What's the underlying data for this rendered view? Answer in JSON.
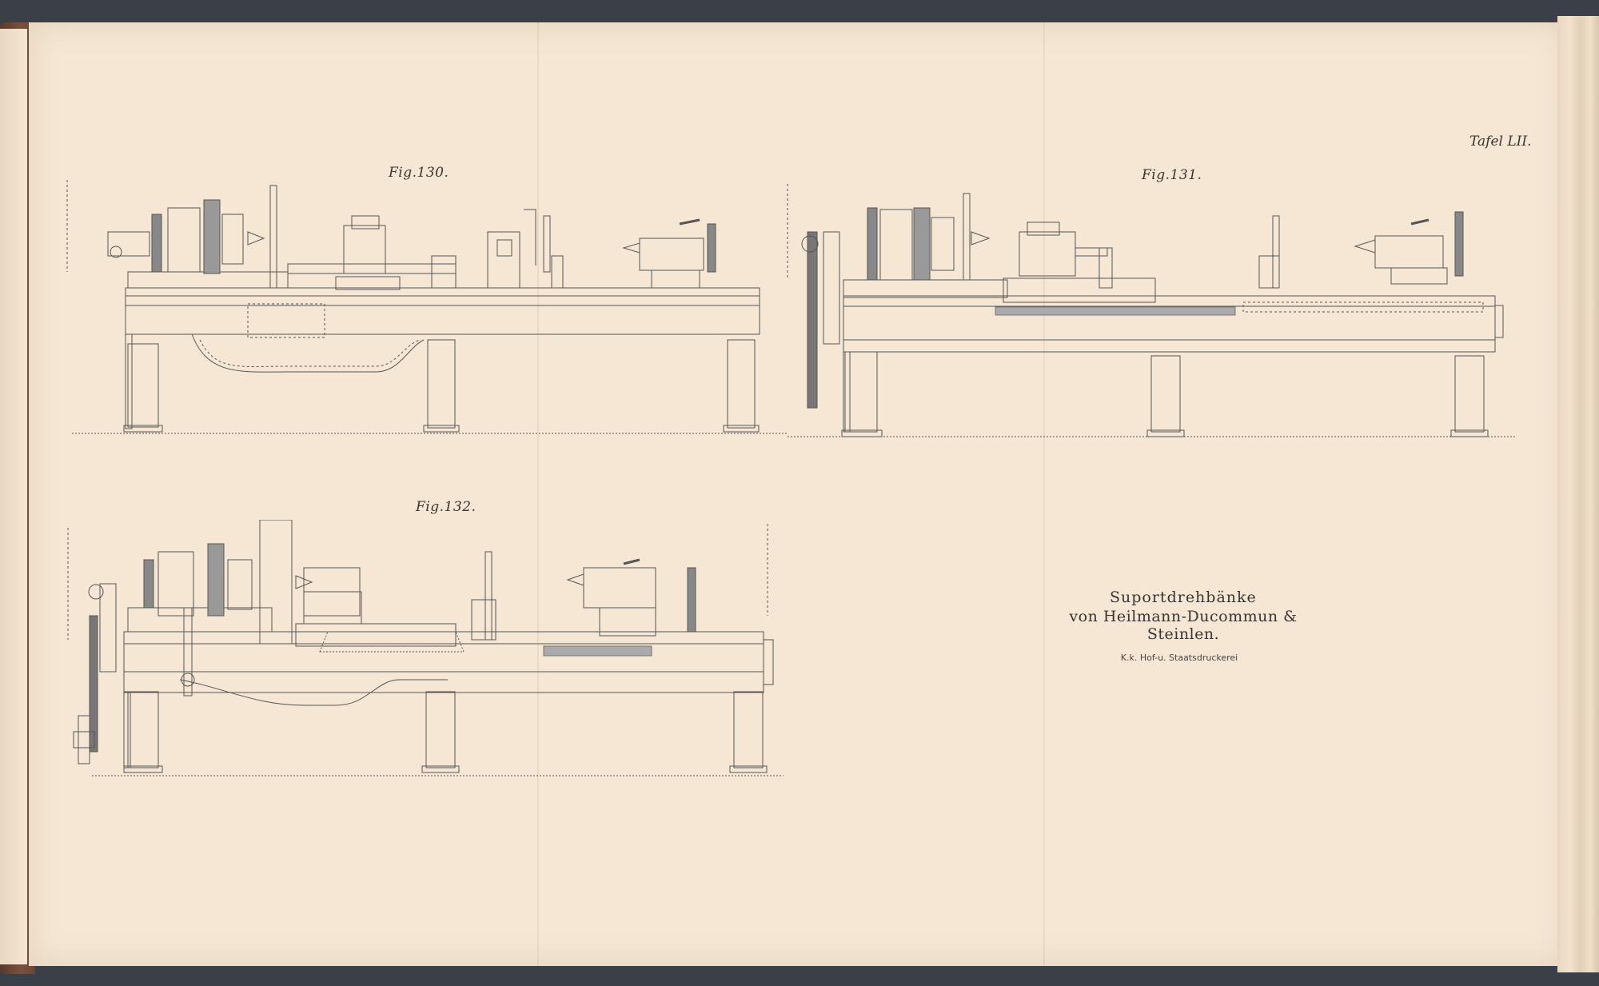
{
  "plate": {
    "label": "Tafel LII."
  },
  "figures": {
    "fig130": {
      "caption": "Fig.130."
    },
    "fig131": {
      "caption": "Fig.131."
    },
    "fig132": {
      "caption": "Fig.132."
    }
  },
  "title": {
    "line1": "Suportdrehbänke",
    "line2": "von Heilmann-Ducommun & Steinlen."
  },
  "printer": "K.k. Hof-u. Staatsdruckerei",
  "colors": {
    "paper": "#f5e7d4",
    "ink": "#3a3533",
    "cover": "#6b4434",
    "background": "#3a3f48"
  }
}
